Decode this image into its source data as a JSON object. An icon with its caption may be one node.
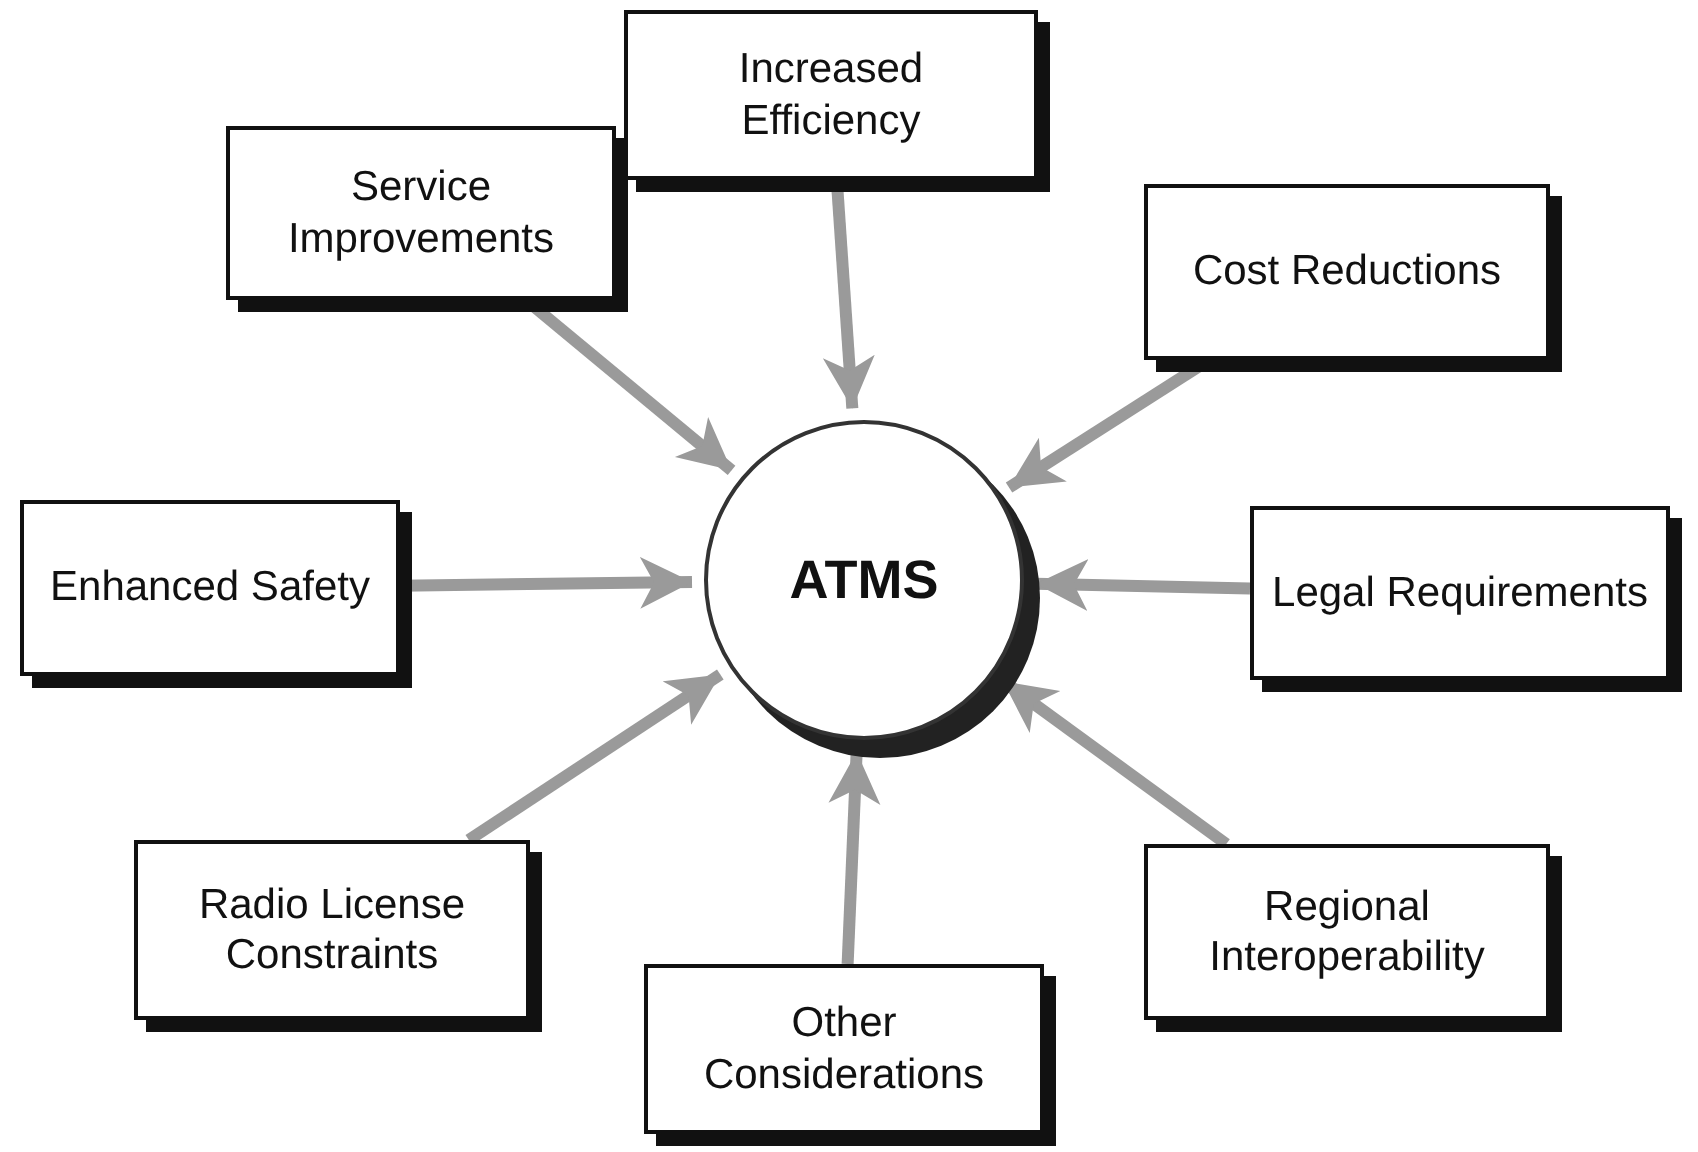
{
  "diagram": {
    "nodes": [
      {
        "text": [
          "Increased Efficiency"
        ]
      },
      {
        "text": [
          "Service Improvements"
        ]
      },
      {
        "text": [
          "Cost Reductions"
        ]
      },
      {
        "text": [
          "Enhanced Safety"
        ]
      },
      {
        "text": [
          "ATMS"
        ]
      },
      {
        "text": [
          "Legal Requirements"
        ]
      },
      {
        "text": [
          "Radio License Constraints"
        ]
      },
      {
        "text": [
          "Regional Interoperability"
        ]
      },
      {
        "text": [
          "Other Considerations"
        ]
      }
    ],
    "edges": [
      {
        "from": 0,
        "to": 4,
        "arrow": "to"
      },
      {
        "from": 1,
        "to": 4,
        "arrow": "to"
      },
      {
        "from": 2,
        "to": 4,
        "arrow": "to"
      },
      {
        "from": 3,
        "to": 4,
        "arrow": "to"
      },
      {
        "from": 5,
        "to": 4,
        "arrow": "to"
      },
      {
        "from": 6,
        "to": 4,
        "arrow": "to"
      },
      {
        "from": 7,
        "to": 4,
        "arrow": "to"
      },
      {
        "from": 8,
        "to": 4,
        "arrow": "to"
      }
    ]
  }
}
